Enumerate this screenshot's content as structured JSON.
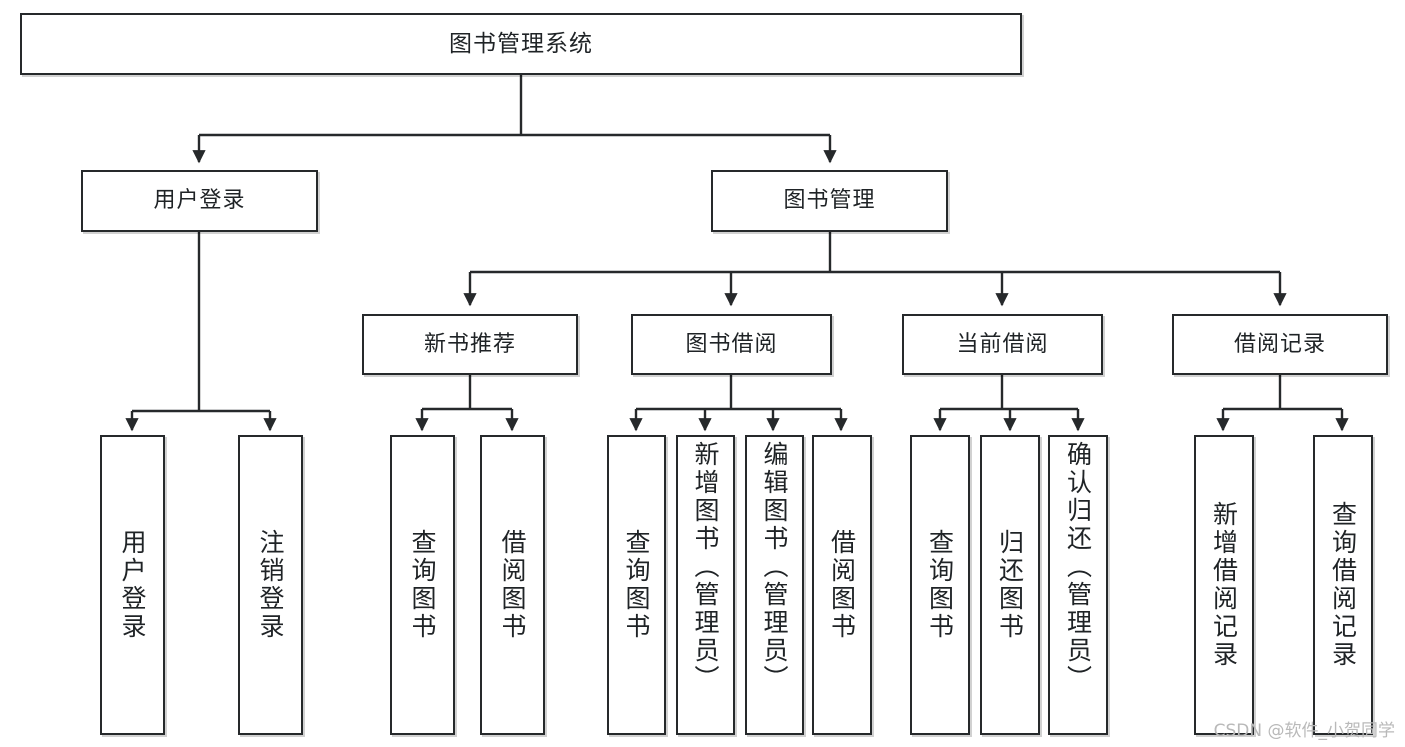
{
  "diagram": {
    "type": "tree",
    "title": "图书管理系统",
    "stroke_color": "#26292b",
    "fill_color": "#ffffff",
    "text_color": "#1f2326",
    "watermark": "CSDN @软件_小贺同学"
  },
  "nodes": {
    "root": {
      "label": "图书管理系统"
    },
    "level2": [
      {
        "label": "用户登录"
      },
      {
        "label": "图书管理"
      }
    ],
    "level3": [
      {
        "label": "新书推荐"
      },
      {
        "label": "图书借阅"
      },
      {
        "label": "当前借阅"
      },
      {
        "label": "借阅记录"
      }
    ],
    "leaves": {
      "user_login": [
        {
          "label": "用户登录"
        },
        {
          "label": "注销登录"
        }
      ],
      "new_book": [
        {
          "label": "查询图书"
        },
        {
          "label": "借阅图书"
        }
      ],
      "book_borrow": [
        {
          "label": "查询图书"
        },
        {
          "label": "新增图书（管理员）"
        },
        {
          "label": "编辑图书（管理员）"
        },
        {
          "label": "借阅图书"
        }
      ],
      "current_borrow": [
        {
          "label": "查询图书"
        },
        {
          "label": "归还图书"
        },
        {
          "label": "确认归还（管理员）"
        }
      ],
      "borrow_record": [
        {
          "label": "新增借阅记录"
        },
        {
          "label": "查询借阅记录"
        }
      ]
    }
  }
}
